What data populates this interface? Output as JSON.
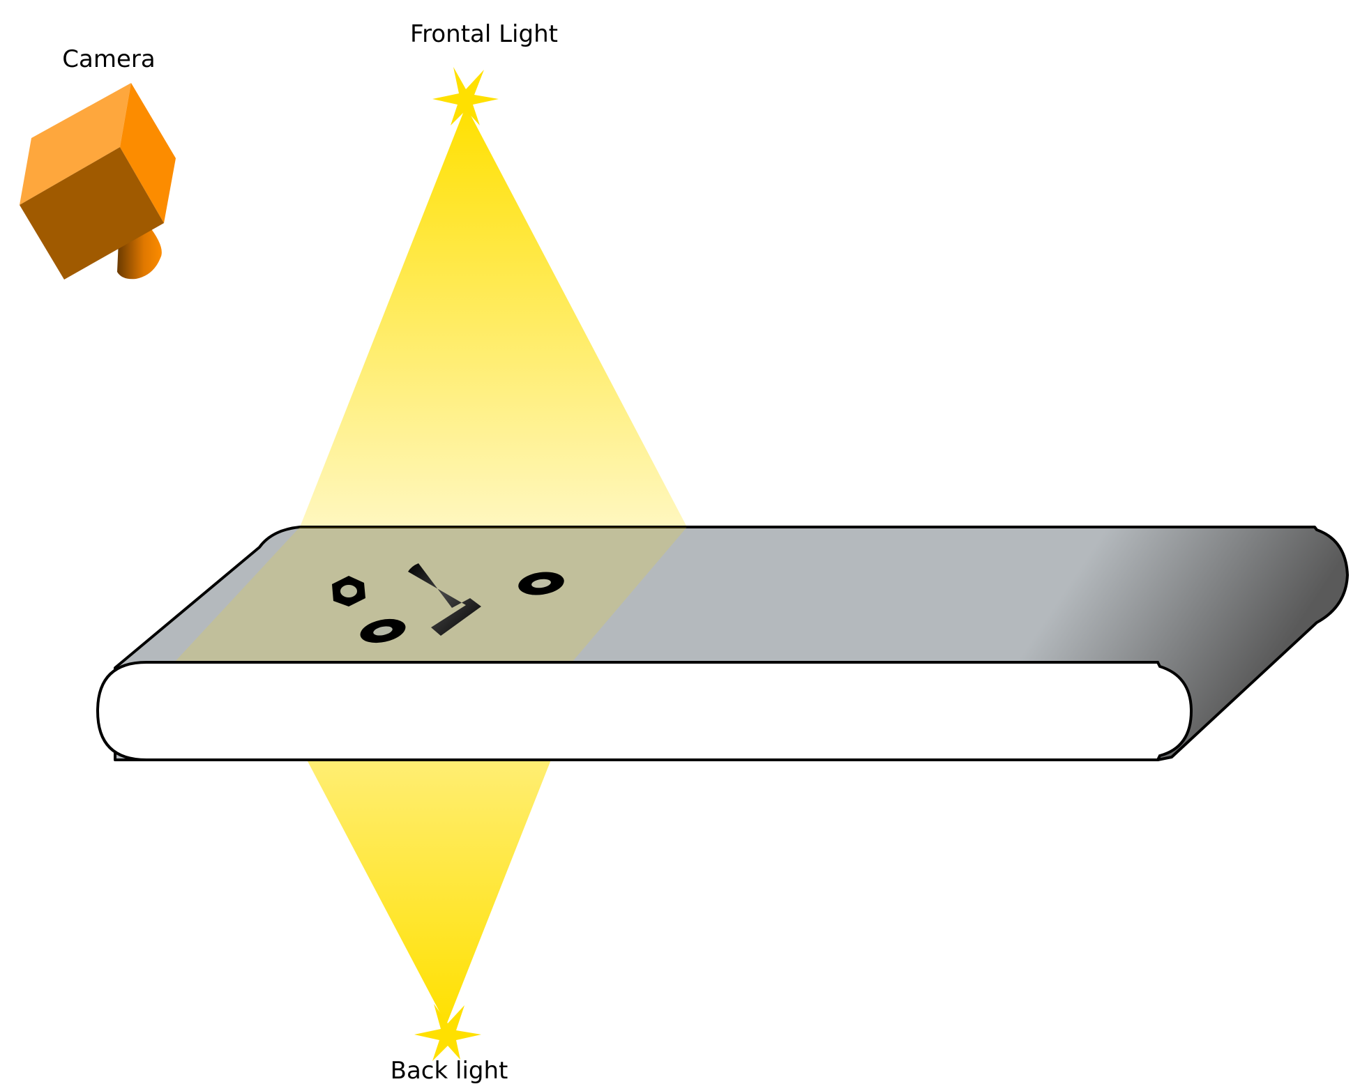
{
  "diagram": {
    "title": "Machine vision inspection setup",
    "labels": {
      "camera": "Camera",
      "frontal_light": "Frontal Light",
      "back_light": "Back light"
    },
    "components": [
      {
        "id": "camera",
        "icon": "camera-icon",
        "description": "Orange box camera with lens pointing at conveyor"
      },
      {
        "id": "frontal_light",
        "icon": "star-light-icon",
        "description": "Light source above conveyor casting yellow cone downward"
      },
      {
        "id": "back_light",
        "icon": "star-light-icon",
        "description": "Light source below conveyor casting yellow cone upward"
      },
      {
        "id": "conveyor_belt",
        "icon": "conveyor-belt-icon",
        "description": "Grey conveyor belt"
      }
    ],
    "objects_on_belt": [
      {
        "type": "hex-nut",
        "icon": "hex-nut-icon"
      },
      {
        "type": "t-bolt",
        "icon": "t-bolt-icon"
      },
      {
        "type": "washer",
        "icon": "washer-icon"
      },
      {
        "type": "washer",
        "icon": "washer-icon"
      }
    ],
    "colors": {
      "camera_top": "#fea73d",
      "camera_front": "#a05a00",
      "camera_side": "#fc8c00",
      "light_yellow": "#ffe000",
      "belt_top": "#b4b9bd",
      "belt_dark": "#5a5a5a",
      "outline": "#000000"
    }
  }
}
